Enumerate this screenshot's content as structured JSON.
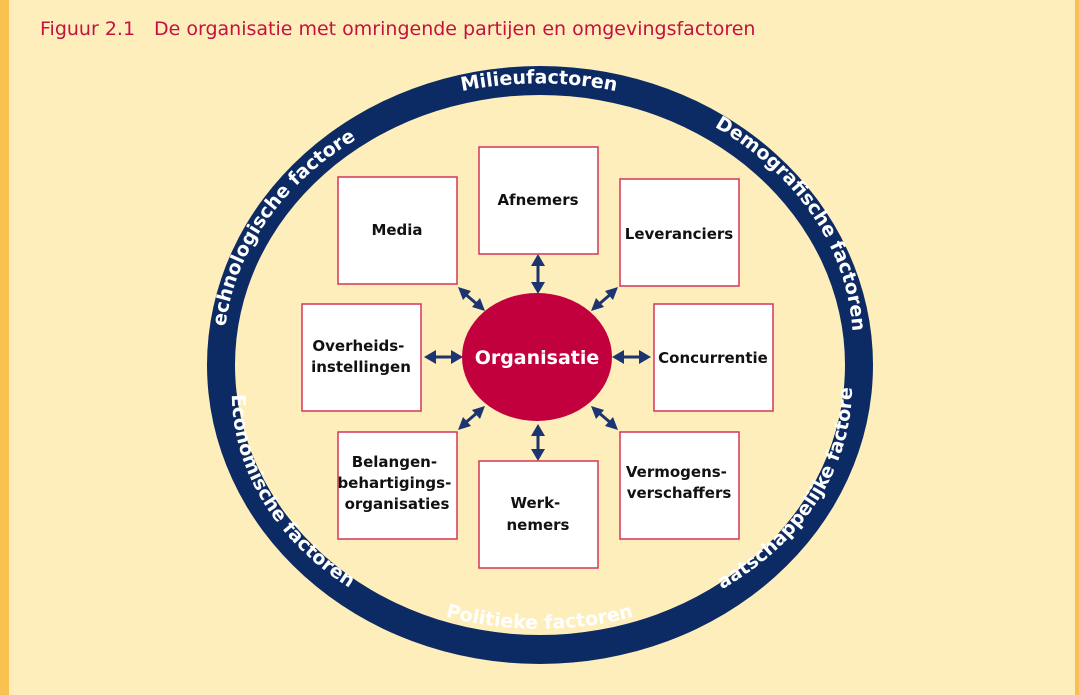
{
  "caption": {
    "number": "Figuur 2.1",
    "title": "De organisatie met omringende partijen en omgevingsfactoren"
  },
  "ring_factors": {
    "top": "Milieufactoren",
    "upper_left": "Technologische factoren",
    "upper_right": "Demografische factoren",
    "lower_left": "Economische factoren",
    "lower_right": "Maatschappelijke factoren",
    "bottom": "Politieke factoren"
  },
  "center": {
    "label": "Organisatie"
  },
  "parties": {
    "media": [
      "Media"
    ],
    "afnemers": [
      "Afnemers"
    ],
    "leveranciers": [
      "Leveranciers"
    ],
    "overheid": [
      "Overheids-",
      "instellingen"
    ],
    "concurrentie": [
      "Concurrentie"
    ],
    "belangen": [
      "Belangen-",
      "behartigings-",
      "organisaties"
    ],
    "werknemers": [
      "Werk-",
      "nemers"
    ],
    "vermogen": [
      "Vermogens-",
      "verschaffers"
    ]
  },
  "colors": {
    "background": "#fdeebb",
    "ring": "#0c2a63",
    "center": "#c2003e",
    "box_border": "#d3365a",
    "arrow": "#1c3470",
    "caption": "#c4113f"
  }
}
